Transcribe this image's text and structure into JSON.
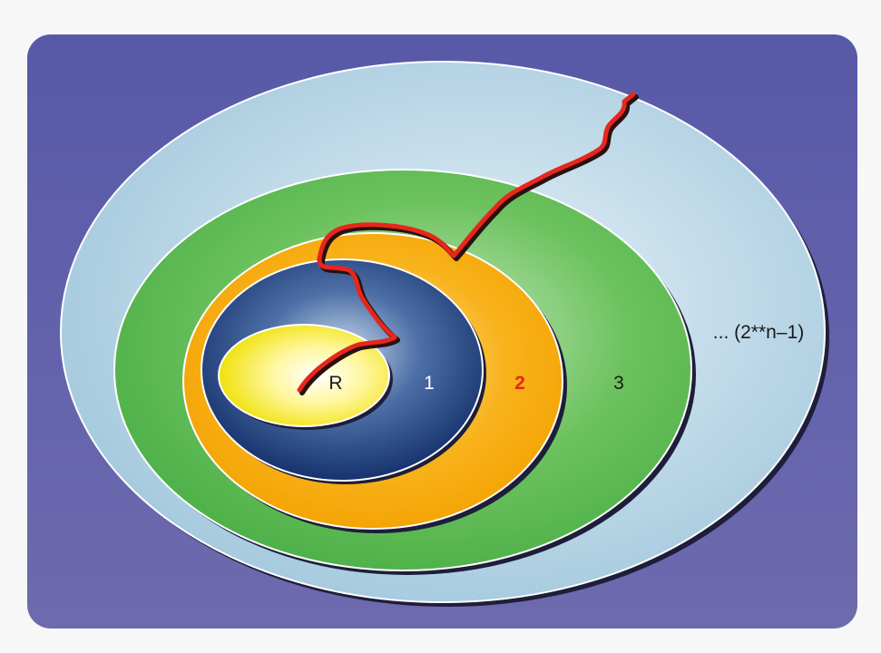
{
  "diagram": {
    "rings": [
      {
        "id": "R",
        "label": "R",
        "color": "#f2e400",
        "label_color": "#1a1a1a",
        "label_bold": false
      },
      {
        "id": "1",
        "label": "1",
        "color": "#14306e",
        "label_color": "#ffffff",
        "label_bold": false
      },
      {
        "id": "2",
        "label": "2",
        "color": "#f5a800",
        "label_color": "#e8261b",
        "label_bold": true
      },
      {
        "id": "3",
        "label": "3",
        "color": "#55b84a",
        "label_color": "#1a1a1a",
        "label_bold": false
      },
      {
        "id": "outer",
        "label": "... (2**n–1)",
        "color": "#a6cbe0",
        "label_color": "#1a1a1a",
        "label_bold": false
      }
    ],
    "colors": {
      "background_panel": "#5b5ba6",
      "path": "#e8261b",
      "page": "#f7f7f8"
    }
  }
}
